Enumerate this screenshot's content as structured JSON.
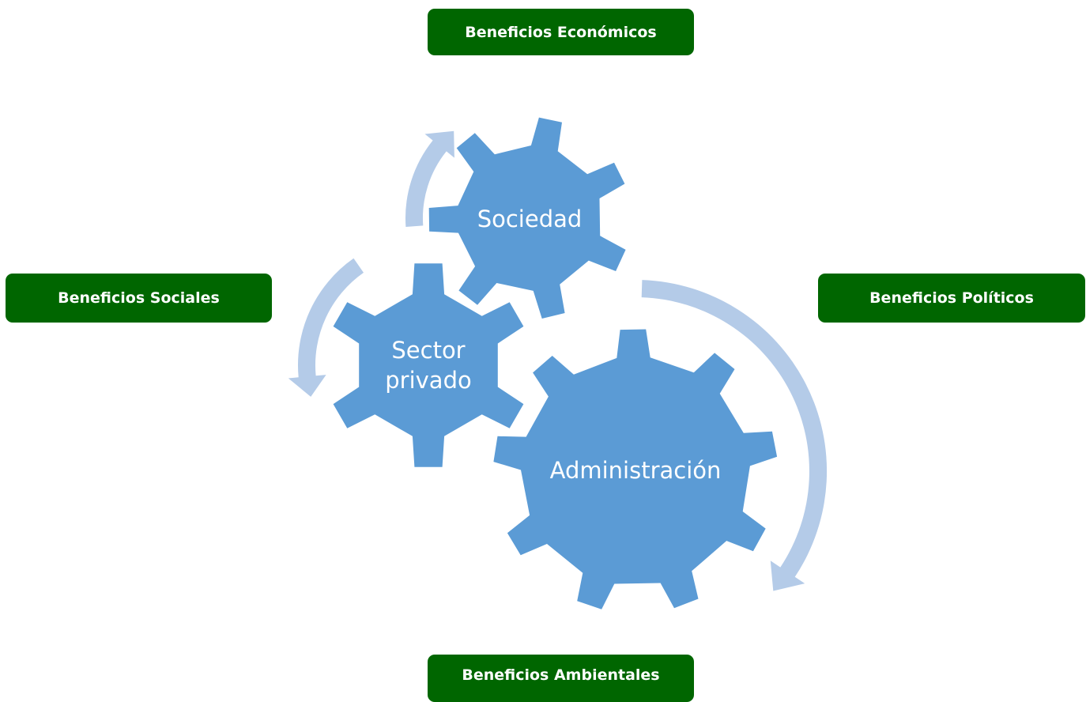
{
  "benefits": {
    "top": "Beneficios Económicos",
    "left": "Beneficios Sociales",
    "right": "Beneficios Políticos",
    "bottom": "Beneficios Ambientales"
  },
  "gears": {
    "sociedad": "Sociedad",
    "sector_line1": "Sector",
    "sector_line2": "privado",
    "administracion": "Administración"
  },
  "colors": {
    "box_fill": "#006600",
    "gear_fill": "#5b9bd5",
    "arrow_fill": "#b4cbe8",
    "text": "#ffffff"
  }
}
